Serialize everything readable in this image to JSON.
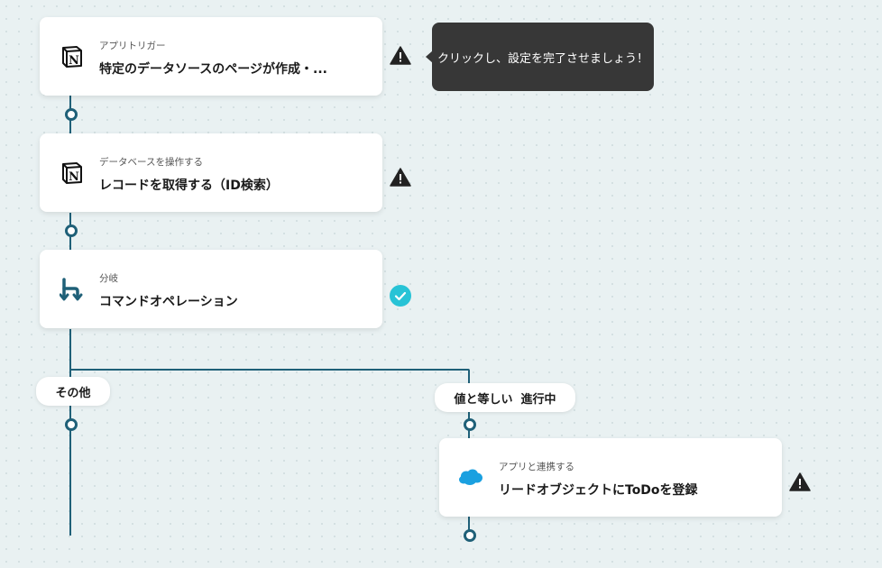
{
  "colors": {
    "background": "#e9f1f2",
    "connector": "#1f6078",
    "card": "#ffffff",
    "tooltip_bg": "#373737",
    "warning": "#222222",
    "success": "#27c3d6",
    "notion": "#111111",
    "branch_icon": "#1f6078",
    "salesforce": "#1aa0e0"
  },
  "steps": [
    {
      "subtitle": "アプリトリガー",
      "title": "特定のデータソースのページが作成・...",
      "icon": "notion-icon",
      "status": "warning-icon"
    },
    {
      "subtitle": "データベースを操作する",
      "title": "レコードを取得する（ID検索）",
      "icon": "notion-icon",
      "status": "warning-icon"
    },
    {
      "subtitle": "分岐",
      "title": "コマンドオペレーション",
      "icon": "branch-icon",
      "status": "check-icon"
    },
    {
      "subtitle": "アプリと連携する",
      "title": "リードオブジェクトにToDoを登録",
      "icon": "salesforce-icon",
      "status": "warning-icon"
    }
  ],
  "tooltip": {
    "text": "クリックし、設定を完了させましょう！"
  },
  "branches": {
    "left_label": "その他",
    "right_label": "値と等しい  進行中"
  }
}
